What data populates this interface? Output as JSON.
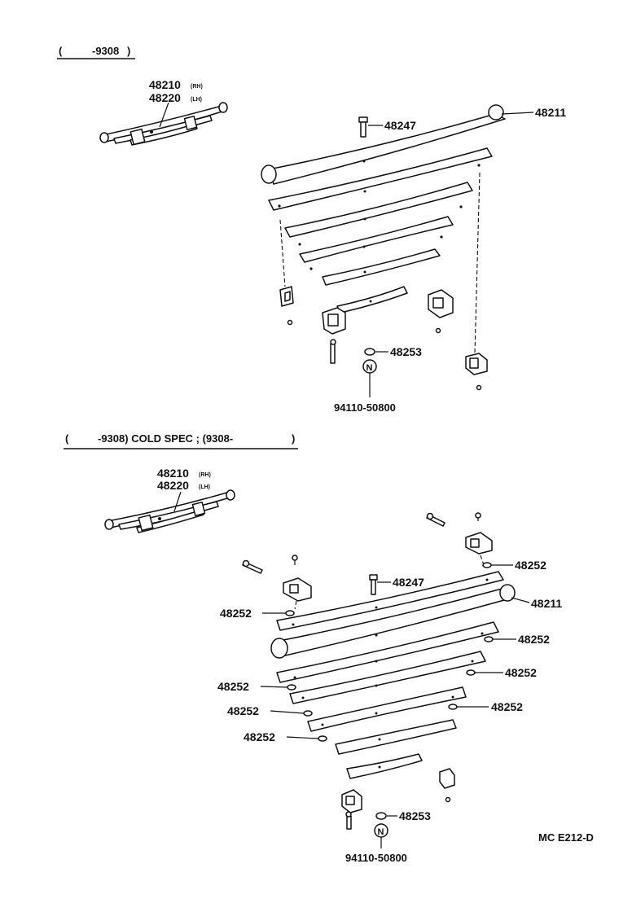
{
  "sections": [
    {
      "header": {
        "open": "(",
        "date": "-9308",
        "close": ")"
      },
      "assembly_rh": "48210",
      "assembly_rh_suffix": "(RH)",
      "assembly_lh": "48220",
      "assembly_lh_suffix": "(LH)",
      "callouts": {
        "leaf_main": "48211",
        "center_bolt": "48247",
        "spacer": "48253",
        "nut": "94110-50800",
        "nut_symbol": "N"
      }
    },
    {
      "header": {
        "open": "(",
        "date": "-9308) COLD  SPEC ; (9308-",
        "close": ")"
      },
      "assembly_rh": "48210",
      "assembly_rh_suffix": "(RH)",
      "assembly_lh": "48220",
      "assembly_lh_suffix": "(LH)",
      "callouts": {
        "leaf_main": "48211",
        "center_bolt": "48247",
        "spacer": "48253",
        "nut": "94110-50800",
        "nut_symbol": "N",
        "insert_1": "48252",
        "insert_2": "48252",
        "insert_3": "48252",
        "insert_4": "48252",
        "insert_5": "48252",
        "insert_6": "48252",
        "insert_7": "48252",
        "insert_8": "48252"
      }
    }
  ],
  "figure_code": "MC  E212-D"
}
